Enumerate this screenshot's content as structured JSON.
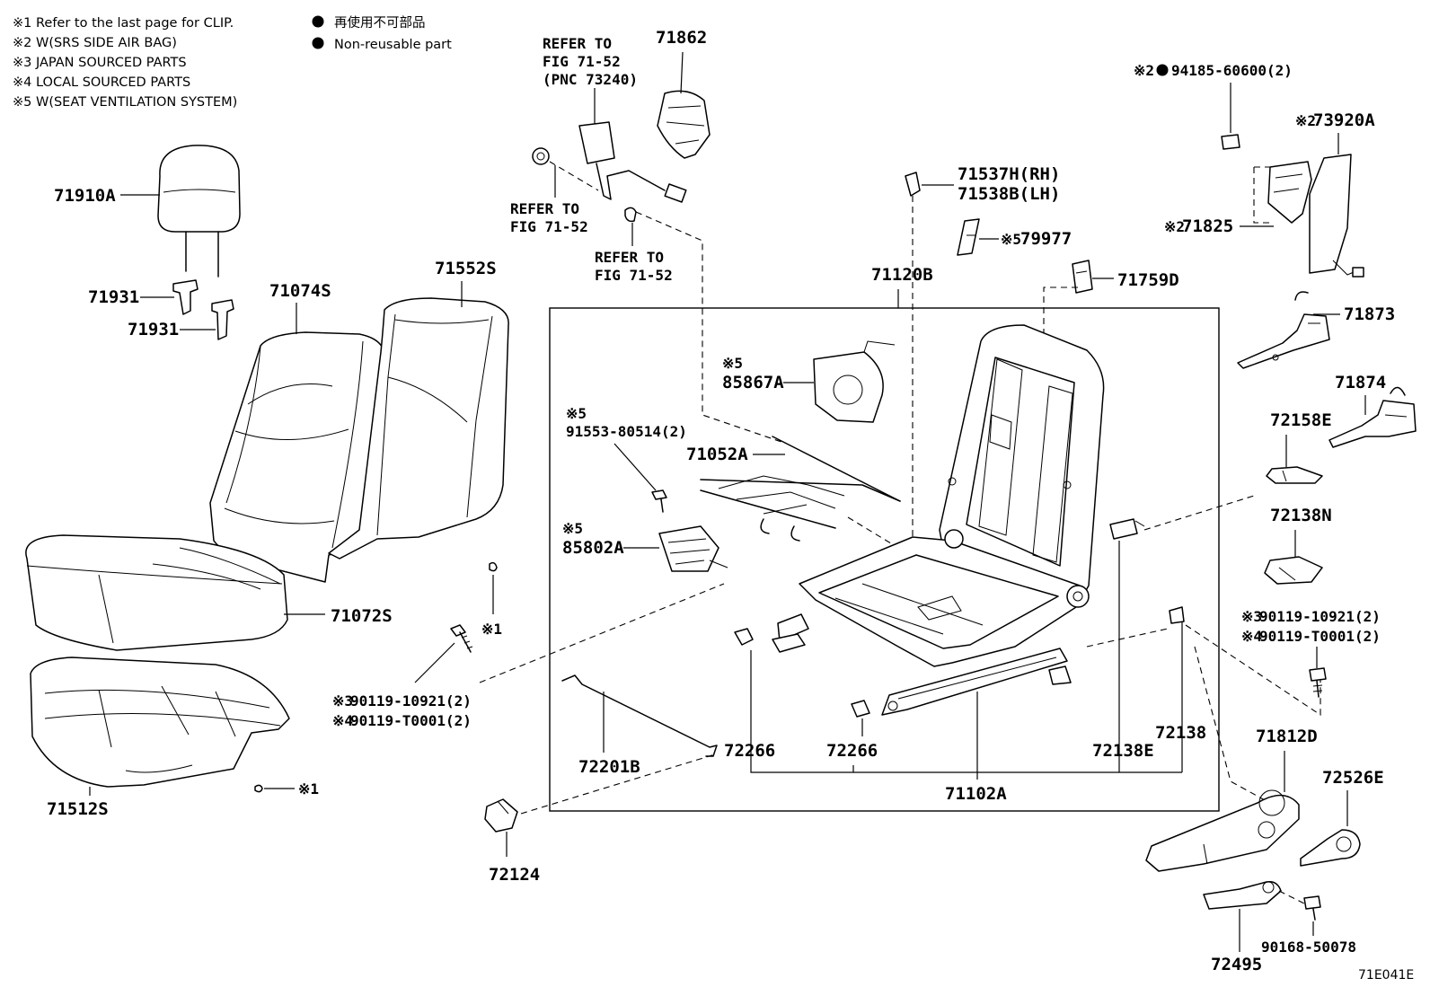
{
  "notes": {
    "n1": "※1  Refer to the last page for CLIP.",
    "n2": "※2  W(SRS SIDE AIR BAG)",
    "n3": "※3  JAPAN SOURCED PARTS",
    "n4": "※4  LOCAL SOURCED PARTS",
    "n5": "※5  W(SEAT VENTILATION SYSTEM)",
    "legend_jp": "再使用不可部品",
    "legend_en": "Non-reusable part"
  },
  "refs": {
    "r1_a": "REFER TO",
    "r1_b": "FIG 71-52",
    "r1_c": "(PNC 73240)",
    "r2_a": "REFER TO",
    "r2_b": "FIG 71-52",
    "r3_a": "REFER TO",
    "r3_b": "FIG 71-52"
  },
  "labels": {
    "p71862": "71862",
    "p71910A": "71910A",
    "p71931a": "71931",
    "p71931b": "71931",
    "p71074S": "71074S",
    "p71552S": "71552S",
    "p71072S": "71072S",
    "p71512S": "71512S",
    "p71537H": "71537H(RH)",
    "p71538B": "71538B(LH)",
    "p79977": "79977",
    "p79977_mark": "※5",
    "p71120B": "71120B",
    "p71759D": "71759D",
    "p85867A_mark": "※5",
    "p85867A": "85867A",
    "p91553_mark": "※5",
    "p91553": "91553-80514(2)",
    "p71052A": "71052A",
    "p85802A_mark": "※5",
    "p85802A": "85802A",
    "clip1_mark": "※1",
    "clip2_mark": "※1",
    "bolt_a_mark": "※3",
    "bolt_a": "90119-10921(2)",
    "bolt_b_mark": "※4",
    "bolt_b": "90119-T0001(2)",
    "p72201B": "72201B",
    "p72266a": "72266",
    "p72266b": "72266",
    "p72138E": "72138E",
    "p72138": "72138",
    "p71102A": "71102A",
    "p72124": "72124",
    "p94185_mark": "※2",
    "p94185": "94185-60600(2)",
    "p73920A_mark": "※2",
    "p73920A": "73920A",
    "p71825_mark": "※2",
    "p71825": "71825",
    "p71873": "71873",
    "p71874": "71874",
    "p72158E": "72158E",
    "p72138N": "72138N",
    "bolt_c_mark": "※3",
    "bolt_c": "90119-10921(2)",
    "bolt_d_mark": "※4",
    "bolt_d": "90119-T0001(2)",
    "p71812D": "71812D",
    "p72526E": "72526E",
    "p72495": "72495",
    "p90168": "90168-50078",
    "drawing_code": "71E041E"
  }
}
